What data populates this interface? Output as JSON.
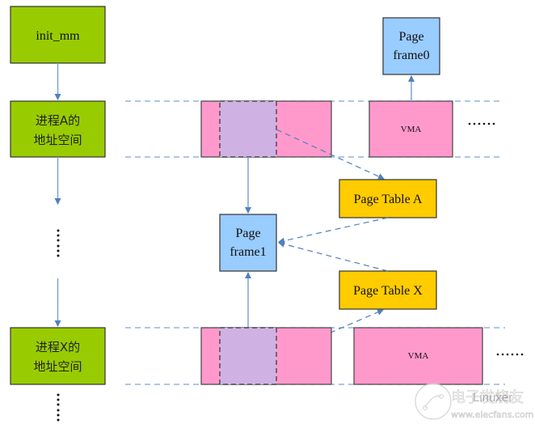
{
  "colors": {
    "process_box": "#99cc00",
    "page_frame": "#99ccff",
    "vma": "#ff99cc",
    "mapped_region": "#cfb2e3",
    "page_table": "#ffcc00",
    "arrow": "#4f81bd",
    "guide_line": "#7fa3d6"
  },
  "nodes": {
    "init_mm": "init_mm",
    "process_a": {
      "line1": "进程A的",
      "line2": "地址空间"
    },
    "process_x": {
      "line1": "进程X的",
      "line2": "地址空间"
    },
    "page_frame0": {
      "line1": "Page",
      "line2": "frame0"
    },
    "page_frame1": {
      "line1": "Page",
      "line2": "frame1"
    },
    "page_table_a": "Page Table A",
    "page_table_x": "Page Table X",
    "vma_a": "VMA",
    "vma_x": "VMA"
  },
  "ellipsis": {
    "horizontal": "……",
    "vertical": "⋮"
  },
  "watermark": {
    "line1": "电子发烧友",
    "line2": "www.elecfans.com",
    "overlay": "Linuxer"
  }
}
